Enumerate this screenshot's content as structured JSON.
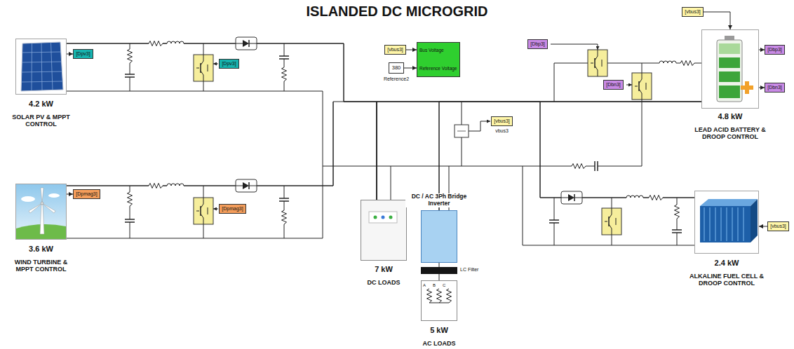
{
  "diagram": {
    "title": "ISLANDED DC MICROGRID",
    "nodes": [
      {
        "text": [
          "4.2 kW",
          "SOLAR PV & MPPT CONTROL"
        ]
      },
      {
        "text": [
          "3.6 kW",
          "WIND TURBINE & MPPT CONTROL"
        ]
      },
      {
        "text": [
          "7 kW",
          "DC LOADS"
        ]
      },
      {
        "text": [
          "DC / AC 3Ph Bridge Inverter"
        ]
      },
      {
        "text": [
          "LC Filter"
        ]
      },
      {
        "text": [
          "5 kW",
          "AC LOADS"
        ]
      },
      {
        "text": [
          "4.8 kW",
          "LEAD ACID BATTERY & DROOP CONTROL"
        ]
      },
      {
        "text": [
          "2.4 kW",
          "ALKALINE FUEL CELL & DROOP CONTROL"
        ]
      },
      {
        "text": [
          "[vbus3]"
        ]
      },
      {
        "text": [
          "380",
          "Reference2"
        ]
      },
      {
        "text": [
          "Bus Voltage",
          "Reference Voltage"
        ]
      },
      {
        "text": [
          "[vbus3]",
          "vbus3"
        ]
      },
      {
        "text": [
          "[Dpv3]"
        ]
      },
      {
        "text": [
          "[Dpv3]"
        ]
      },
      {
        "text": [
          "[Dpmag3]"
        ]
      },
      {
        "text": [
          "[Dpmag3]"
        ]
      },
      {
        "text": [
          "[Dbp3]"
        ]
      },
      {
        "text": [
          "[Dbn3]"
        ]
      },
      {
        "text": [
          "[vbus3]"
        ]
      },
      {
        "text": [
          "[Dbp3]"
        ]
      },
      {
        "text": [
          "[Dbn3]"
        ]
      },
      {
        "text": [
          "[vbus3]"
        ]
      }
    ],
    "edges": [
      {
        "from": 0,
        "to": 2,
        "arrow": "none"
      },
      {
        "from": 1,
        "to": 2,
        "arrow": "none"
      },
      {
        "from": 6,
        "to": 2,
        "arrow": "none"
      },
      {
        "from": 7,
        "to": 2,
        "arrow": "none"
      },
      {
        "from": 6,
        "to": 3,
        "arrow": "none"
      },
      {
        "from": 3,
        "to": 4,
        "arrow": "none"
      },
      {
        "from": 4,
        "to": 5,
        "arrow": "none"
      },
      {
        "from": 8,
        "to": 10,
        "arrow": "to"
      },
      {
        "from": 9,
        "to": 10,
        "arrow": "to"
      },
      {
        "from": 0,
        "to": 12,
        "arrow": "to"
      },
      {
        "from": 1,
        "to": 14,
        "arrow": "to"
      },
      {
        "from": 18,
        "to": 6,
        "arrow": "to"
      },
      {
        "from": 6,
        "to": 19,
        "arrow": "to"
      },
      {
        "from": 6,
        "to": 20,
        "arrow": "to"
      },
      {
        "from": 21,
        "to": 7,
        "arrow": "to"
      }
    ],
    "labels": [
      "A",
      "B",
      "C"
    ]
  }
}
